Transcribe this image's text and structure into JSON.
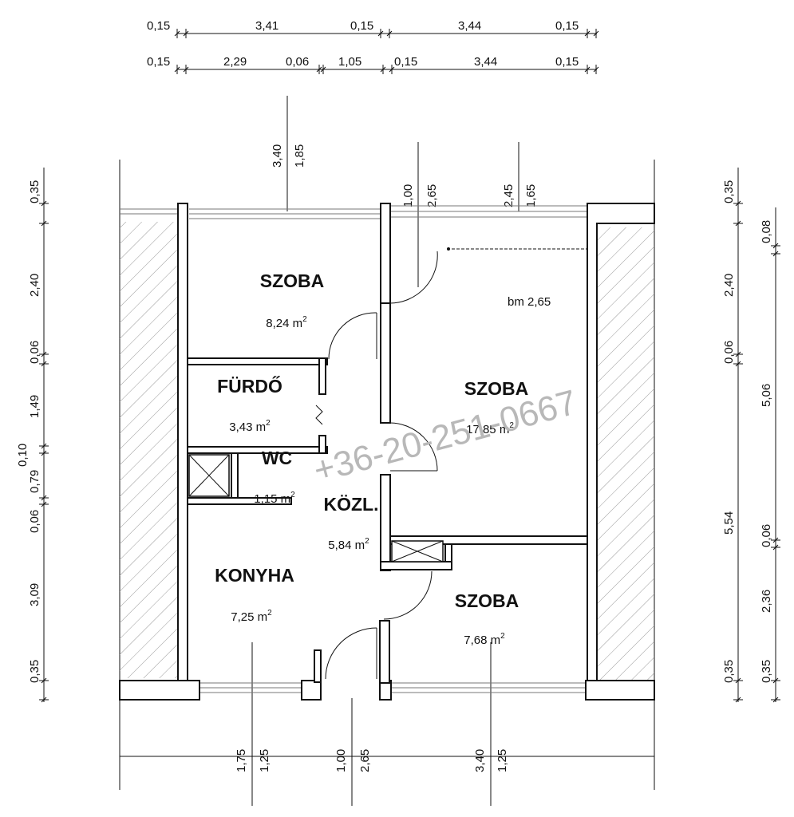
{
  "rooms": {
    "szoba1": {
      "name": "SZOBA",
      "area": "8,24 m",
      "sup": "2"
    },
    "furdo": {
      "name": "FÜRDŐ",
      "area": "3,43 m",
      "sup": "2"
    },
    "wc": {
      "name": "WC",
      "area": "1,15 m",
      "sup": "2"
    },
    "kozl": {
      "name": "KÖZL.",
      "area": "5,84 m",
      "sup": "2"
    },
    "konyha": {
      "name": "KONYHA",
      "area": "7,25 m",
      "sup": "2"
    },
    "szoba2": {
      "name": "SZOBA",
      "area": "17,85 m",
      "sup": "2"
    },
    "szoba3": {
      "name": "SZOBA",
      "area": "7,68 m",
      "sup": "2"
    }
  },
  "note": "bm 2,65",
  "watermark": "+36-20-251-0667",
  "dims": {
    "top1": [
      "0,15",
      "3,41",
      "0,15",
      "3,44",
      "0,15"
    ],
    "top2": [
      "0,15",
      "2,29",
      "0,06",
      "1,05",
      "0,15",
      "3,44",
      "0,15"
    ],
    "left": [
      "0,35",
      "2,40",
      "0,06",
      "1,49",
      "0,10",
      "0,79",
      "0,06",
      "3,09",
      "0,35"
    ],
    "right1": [
      "0,35",
      "2,40",
      "0,06",
      "5,54",
      "0,35"
    ],
    "right2": [
      "0,08",
      "5,06",
      "0,06",
      "2,36",
      "0,35"
    ],
    "openings_top": [
      "3,40",
      "1,85",
      "1,00",
      "2,65",
      "2,45",
      "1,65"
    ],
    "openings_bottom": [
      "1,75",
      "1,25",
      "1,00",
      "2,65",
      "3,40",
      "1,25"
    ]
  }
}
